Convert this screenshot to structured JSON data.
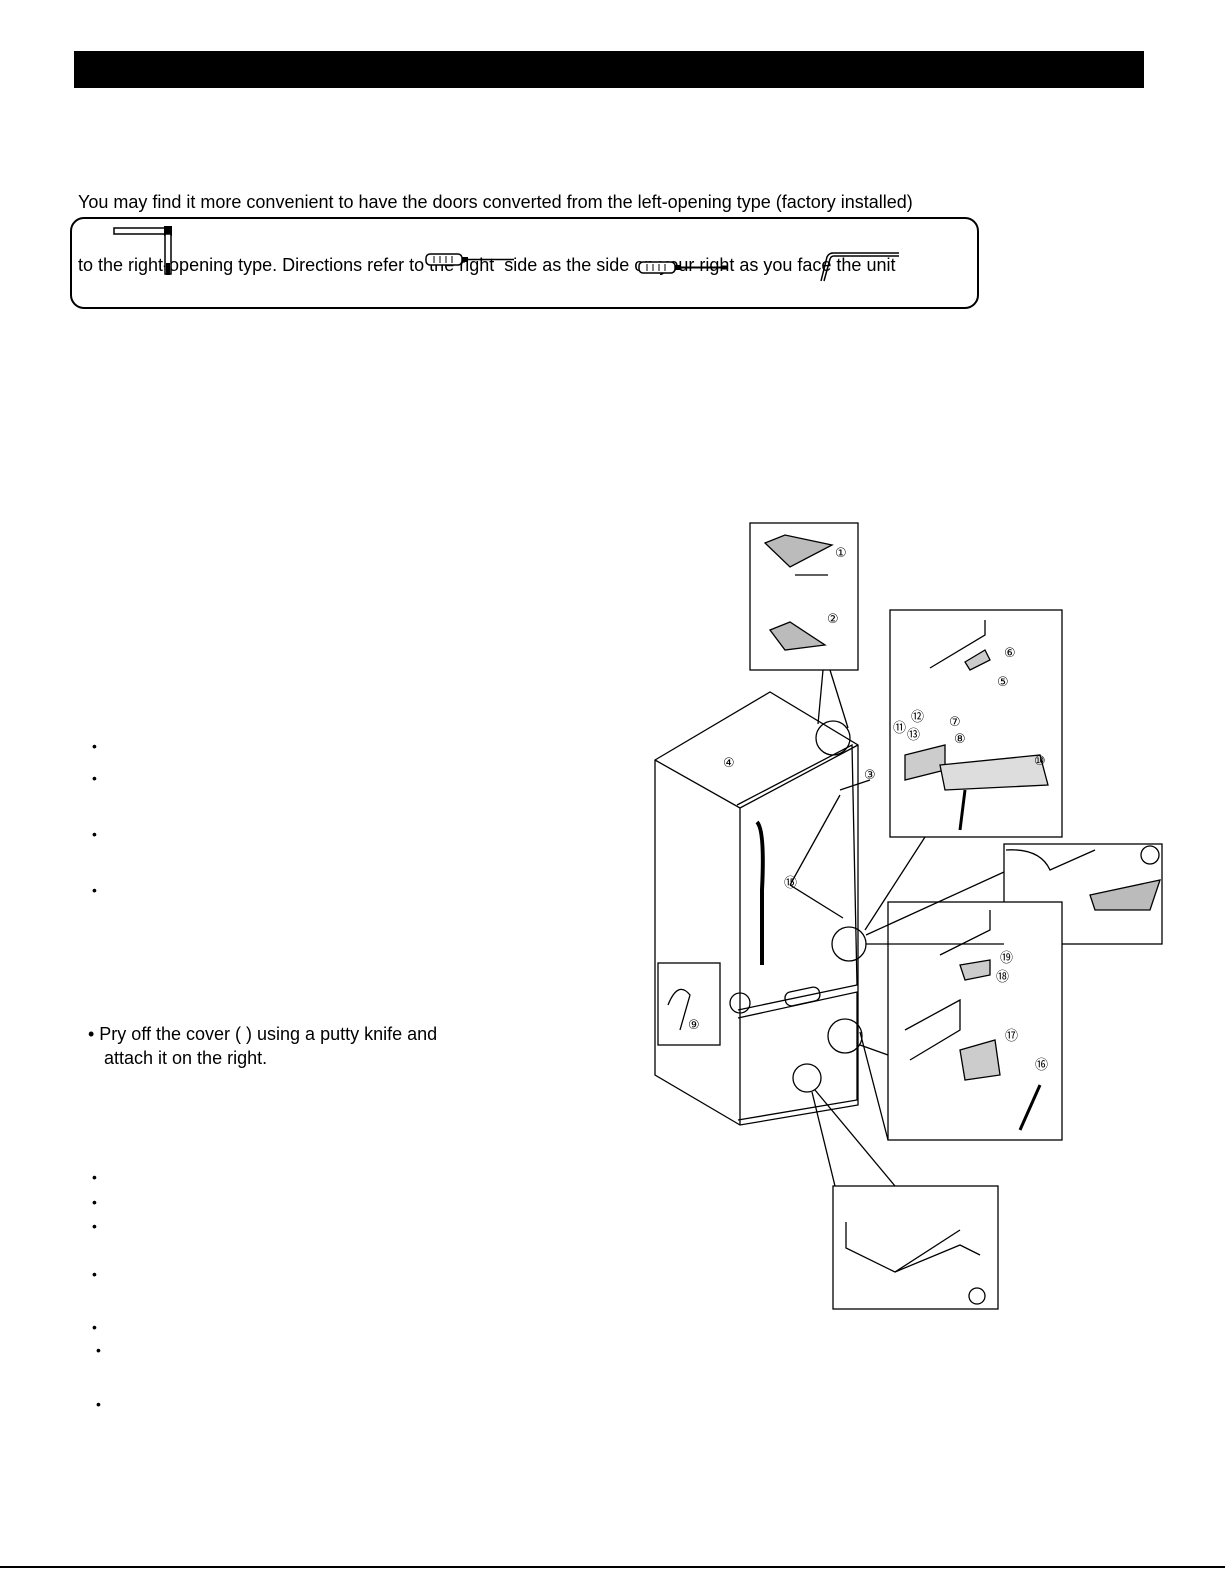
{
  "intro": {
    "line1": "You may find it more convenient to have the doors converted from the left-opening type (factory installed)",
    "line2": "to the right-opening type. Directions refer to the right  side as the side on your right as you face the unit"
  },
  "tools": [
    {
      "icon": "socket-wrench-icon"
    },
    {
      "icon": "phillips-screwdriver-icon"
    },
    {
      "icon": "flat-screwdriver-icon"
    },
    {
      "icon": "hex-key-icon"
    }
  ],
  "step": {
    "line1": "• Pry off the cover (   ) using a putty knife and",
    "line2": "attach it on the right."
  },
  "callouts": [
    "①",
    "②",
    "③",
    "④",
    "⑤",
    "⑥",
    "⑦",
    "⑧",
    "⑨",
    "⑩",
    "⑪",
    "⑫",
    "⑬",
    "⑮",
    "⑯",
    "⑰",
    "⑱",
    "⑲"
  ]
}
